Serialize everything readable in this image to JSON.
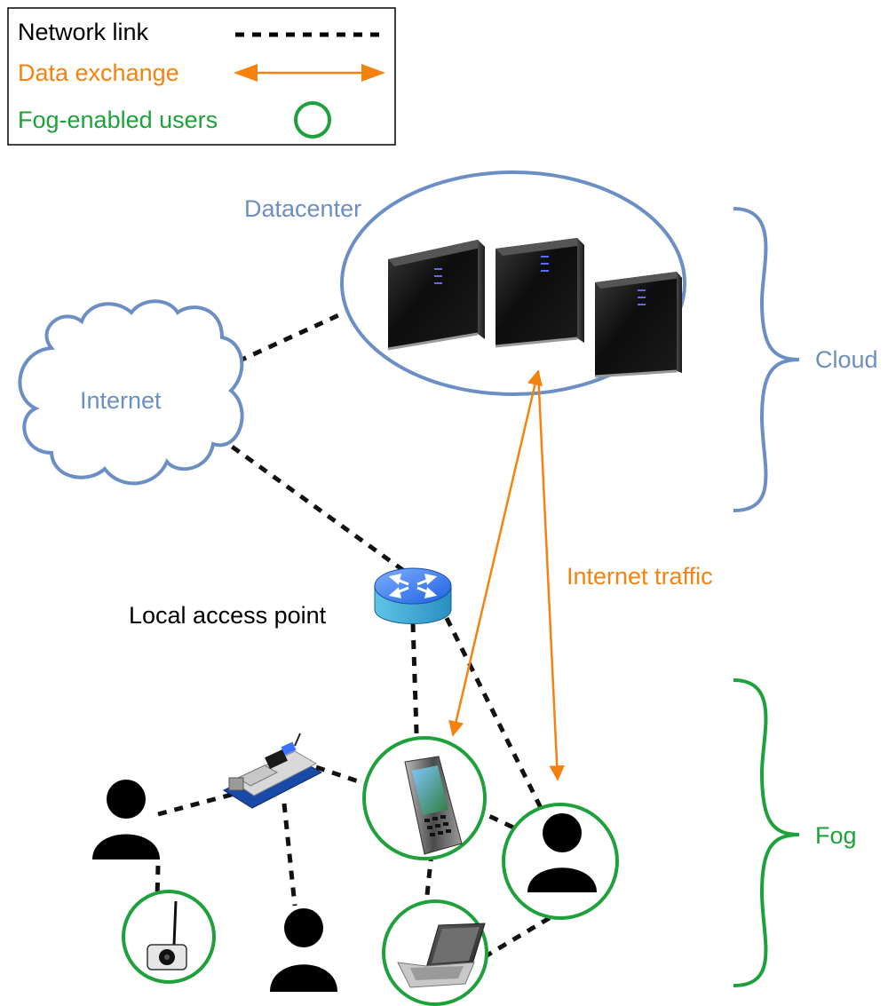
{
  "legend": {
    "network_link": "Network link",
    "data_exchange": "Data exchange",
    "fog_users": "Fog-enabled users"
  },
  "labels": {
    "datacenter": "Datacenter",
    "internet": "Internet",
    "cloud": "Cloud",
    "fog": "Fog",
    "local_access_point": "Local access point",
    "internet_traffic": "Internet traffic"
  },
  "colors": {
    "cloud_blue": "#6b8fc4",
    "orange": "#f5820f",
    "green": "#1ea13a",
    "link": "#111111"
  },
  "icons": [
    "server-icon",
    "router-icon",
    "person-icon",
    "smartphone-icon",
    "laptop-icon",
    "sensor-icon",
    "arduino-board-icon",
    "cloud-shape"
  ]
}
